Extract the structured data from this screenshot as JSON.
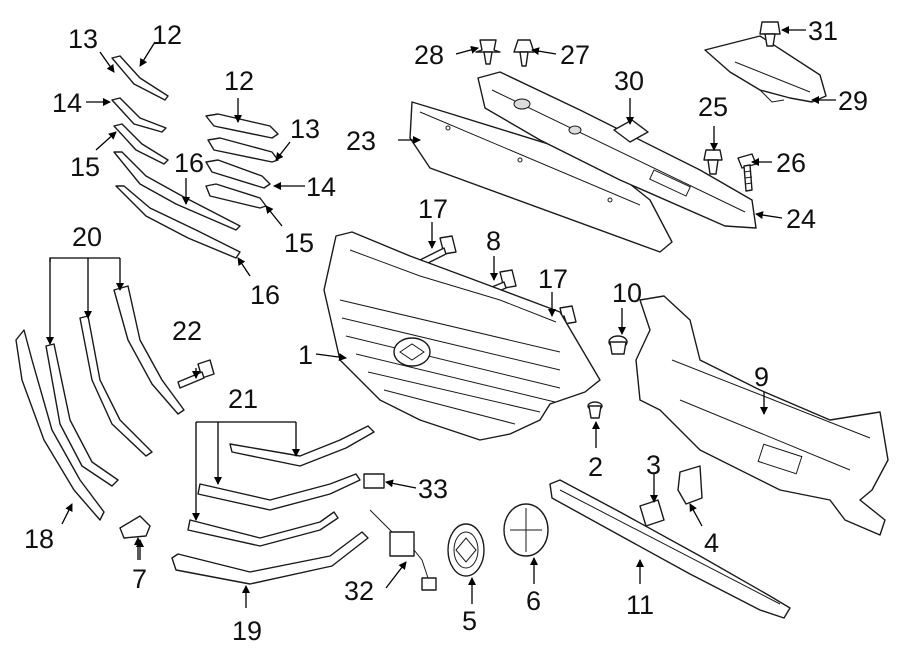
{
  "callouts": {
    "c1": "1",
    "c2": "2",
    "c3": "3",
    "c4": "4",
    "c5": "5",
    "c6": "6",
    "c7": "7",
    "c8": "8",
    "c9": "9",
    "c10": "10",
    "c11": "11",
    "c12a": "12",
    "c12b": "12",
    "c13a": "13",
    "c13b": "13",
    "c14a": "14",
    "c14b": "14",
    "c15a": "15",
    "c15b": "15",
    "c16a": "16",
    "c16b": "16",
    "c17a": "17",
    "c17b": "17",
    "c18": "18",
    "c19": "19",
    "c20": "20",
    "c21": "21",
    "c22": "22",
    "c23": "23",
    "c24": "24",
    "c25": "25",
    "c26": "26",
    "c27": "27",
    "c28": "28",
    "c29": "29",
    "c30": "30",
    "c31": "31",
    "c32": "32",
    "c33": "33"
  }
}
